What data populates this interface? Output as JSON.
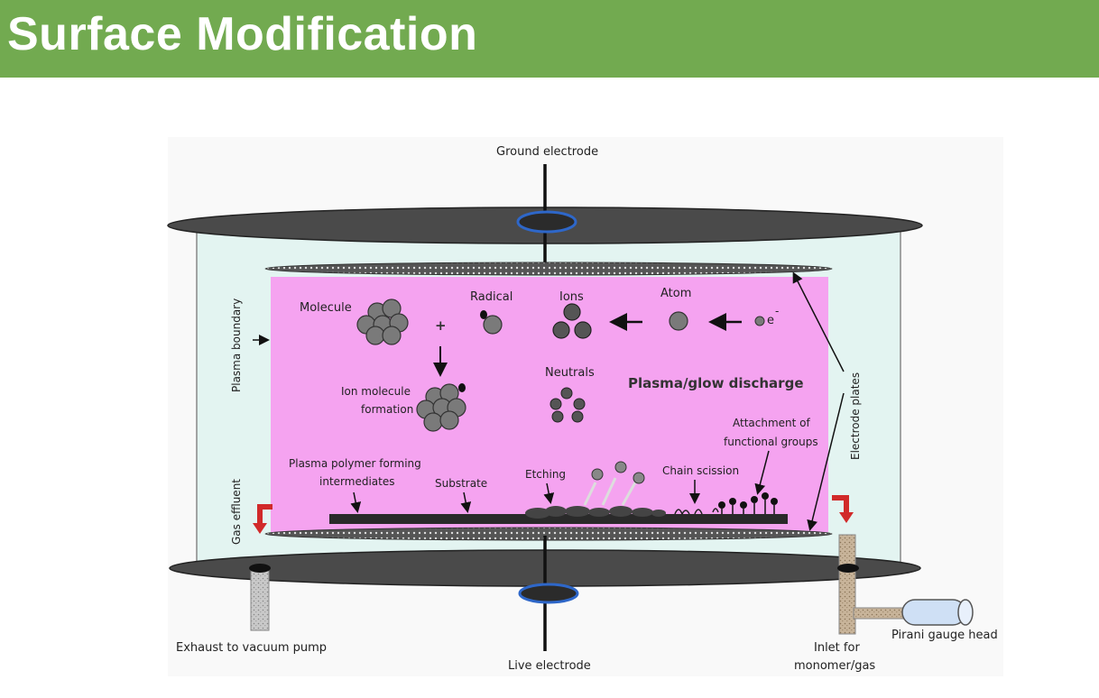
{
  "header": {
    "title": "Surface Modification"
  },
  "diagram": {
    "labels": {
      "ground_electrode": "Ground electrode",
      "live_electrode": "Live electrode",
      "plasma_boundary": "Plasma boundary",
      "gas_effluent": "Gas effluent",
      "electrode_plates": "Electrode plates",
      "molecule": "Molecule",
      "radical": "Radical",
      "ions": "Ions",
      "atom": "Atom",
      "electron": "e",
      "electron_sup": "-",
      "plus": "+",
      "ion_molecule_1": "Ion molecule",
      "ion_molecule_2": "formation",
      "neutrals": "Neutrals",
      "plasma_glow": "Plasma/glow discharge",
      "attachment_1": "Attachment of",
      "attachment_2": "functional groups",
      "plasma_polymer_1": "Plasma polymer forming",
      "plasma_polymer_2": "intermediates",
      "substrate": "Substrate",
      "etching": "Etching",
      "chain_scission": "Chain scission",
      "exhaust": "Exhaust to vacuum pump",
      "inlet_1": "Inlet for",
      "inlet_2": "monomer/gas",
      "pirani": "Pirani gauge head"
    },
    "colors": {
      "plasma": "#f5a3f0",
      "chamber": "#e3f4f1",
      "plate": "#4a4a4a",
      "particle": "#7a7a7a",
      "header": "#72aa50"
    }
  }
}
